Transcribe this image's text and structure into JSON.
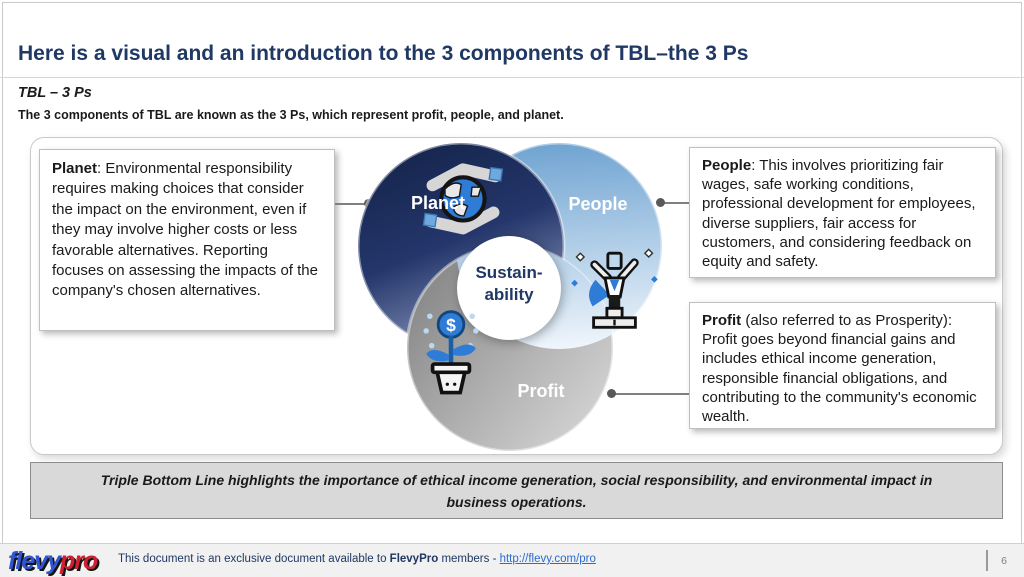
{
  "slide": {
    "title": "Here is a visual and an introduction to the 3 components of TBL–the 3 Ps",
    "subtitle": "TBL – 3 Ps",
    "intro": "The 3 components of TBL are known as the 3 Ps, which represent profit, people, and planet.",
    "banner": "Triple Bottom Line highlights the importance of ethical income generation, social responsibility, and environmental impact in business operations.",
    "page_number": "6"
  },
  "venn": {
    "center_label": "Sustain-\nability",
    "planet": {
      "label": "Planet",
      "icon": "hands-holding-globe"
    },
    "people": {
      "label": "People",
      "icon": "victory-person"
    },
    "profit": {
      "label": "Profit",
      "icon": "money-plant"
    }
  },
  "callouts": {
    "planet": {
      "lead": "Planet",
      "body": ": Environmental responsibility requires making choices that consider the impact on the environment, even if they may involve higher costs or less favorable alternatives. Reporting focuses on assessing the impacts of the company's chosen alternatives."
    },
    "people": {
      "lead": "People",
      "body": ": This involves prioritizing fair wages, safe working conditions, professional development for employees, diverse suppliers, fair access for customers, and considering feedback on equity and safety."
    },
    "profit": {
      "lead": "Profit",
      "body": " (also referred to as Prosperity): Profit goes beyond financial gains and includes ethical income generation, responsible financial obligations, and contributing to the community's economic wealth."
    }
  },
  "footer": {
    "logo_flevy": "flevy",
    "logo_pro": "pro",
    "text_before": "This document is an exclusive document available to ",
    "brand": "FlevyPro",
    "text_after": " members - ",
    "link_text": "http://flevy.com/pro",
    "page_number": "6"
  },
  "colors": {
    "title_navy": "#1F3864",
    "planet_dark": "#16264E",
    "planet_light": "#97A3C6",
    "people_dark": "#6FA3D1",
    "people_light": "#EDF4FB",
    "profit_dark": "#848484",
    "profit_light": "#D8D8D8",
    "banner_bg": "#D9D9D9",
    "logo_blue": "#2F55D4",
    "logo_red": "#CE2030",
    "link_blue": "#2B6BD4"
  }
}
